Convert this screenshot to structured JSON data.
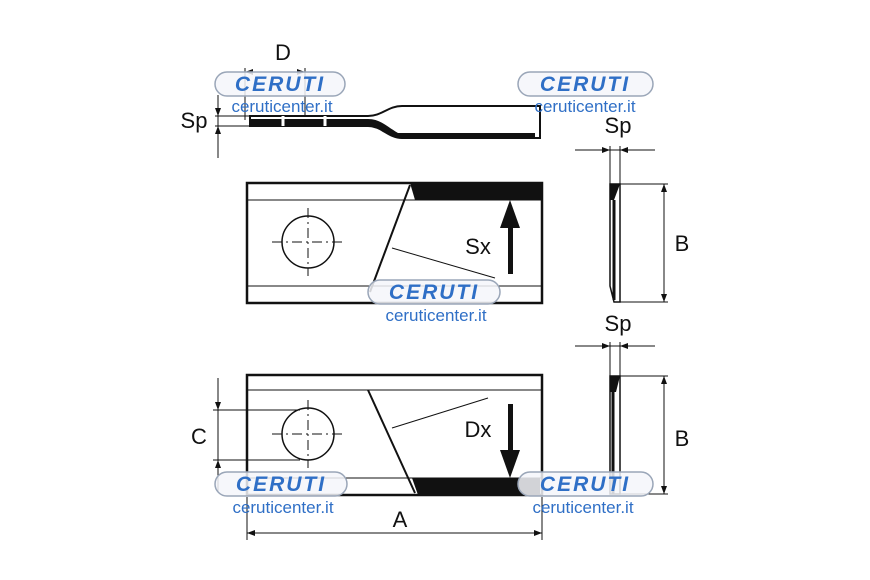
{
  "dimensions": {
    "d": "D",
    "sp": "Sp",
    "b": "B",
    "c": "C",
    "a": "A",
    "sx": "Sx",
    "dx": "Dx"
  },
  "watermark": {
    "brand": "CERUTI",
    "site": "ceruticenter.it"
  },
  "colors": {
    "line": "#111111",
    "watermark": "#2f6fc6"
  }
}
